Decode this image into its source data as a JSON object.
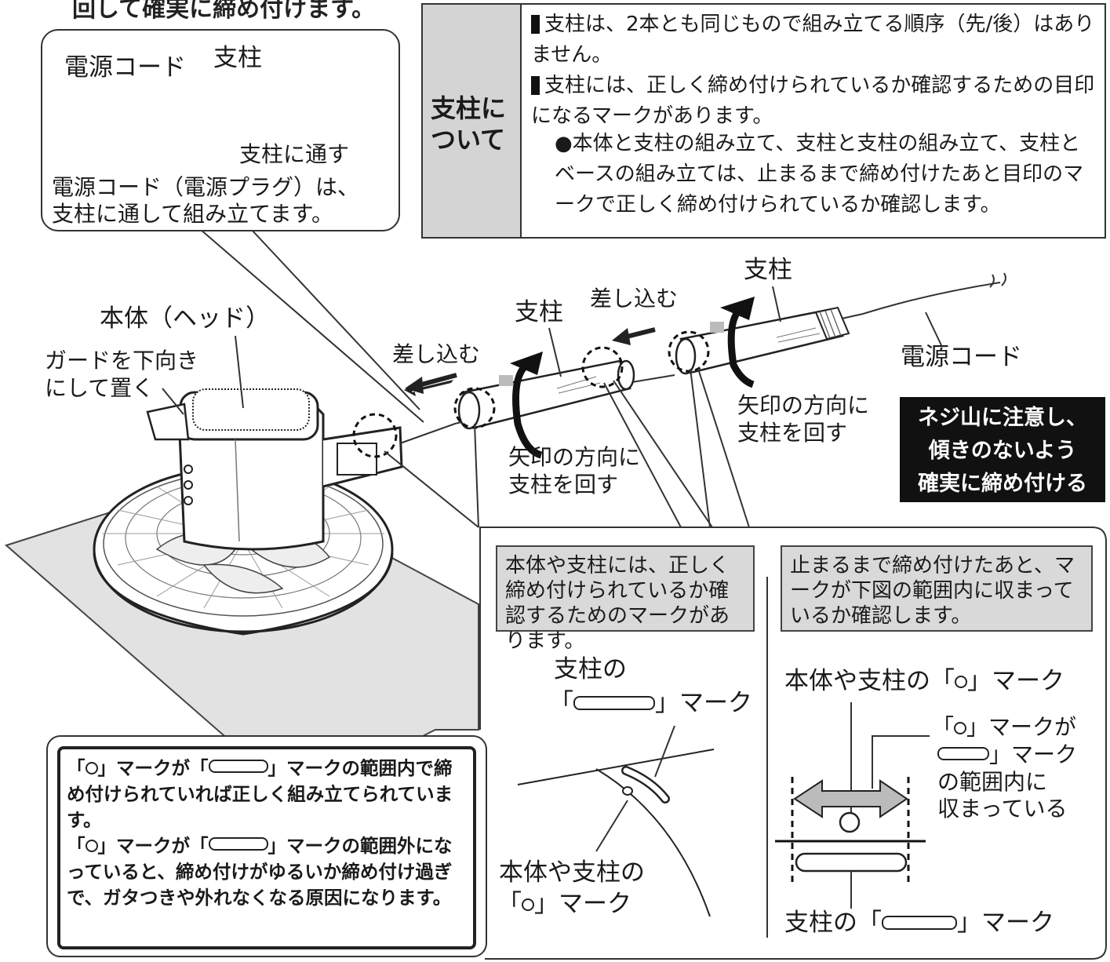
{
  "header_fragment": "回して確実に締め付けます。",
  "about": {
    "title": "支柱について",
    "bullet1": "支柱は、2本とも同じもので組み立てる順序（先/後）はありません。",
    "bullet2": "支柱には、正しく締め付けられているか確認するための目印になるマークがあります。",
    "sub_bullet": "●本体と支柱の組み立て、支柱と支柱の組み立て、支柱とベースの組み立ては、止まるまで締め付けたあと目印のマークで正しく締め付けられているか確認します。"
  },
  "cord_callout": {
    "label_cord": "電源コード",
    "label_pole": "支柱",
    "label_pass": "支柱に通す",
    "caption_line1": "電源コード（電源プラグ）は、",
    "caption_line2": "支柱に通して組み立てます。"
  },
  "main_labels": {
    "head": "本体（ヘッド）",
    "guard_line1": "ガードを下向き",
    "guard_line2": "にして置く",
    "insert_left": "差し込む",
    "insert_right": "差し込む",
    "pole_middle": "支柱",
    "pole_right": "支柱",
    "power_cord": "電源コード",
    "rotate_left_line1": "矢印の方向に",
    "rotate_left_line2": "支柱を回す",
    "rotate_right_line1": "矢印の方向に",
    "rotate_right_line2": "支柱を回す"
  },
  "warning": {
    "line1": "ネジ山に注意し、",
    "line2": "傾きのないよう",
    "line3": "確実に締め付ける"
  },
  "mark_note": {
    "text": "本体や支柱には、正しく締め付けられているか確認するためのマークがあります。",
    "pole_mark_line1": "支柱の",
    "pole_mark_line2": "」マーク",
    "body_mark_line1": "本体や支柱の",
    "body_mark_line2": "」マーク"
  },
  "check_note": {
    "text": "止まるまで締め付けたあと、マークが下図の範囲内に収まっているか確認します。",
    "top_label": "本体や支柱の「",
    "top_label_end": "」マーク",
    "range_line1": "「",
    "range_line1_end": "」マークが",
    "range_line2_end": "」マーク",
    "range_line3": "の範囲内に",
    "range_line4": "収まっている",
    "bottom_label": "支柱の「",
    "bottom_label_end": "」マーク"
  },
  "explain": {
    "p1_a": "「",
    "p1_b": "」マークが「",
    "p1_c": "」マークの範囲内で締め付けられていれば正しく組み立てられています。",
    "p2_a": "「",
    "p2_b": "」マークが「",
    "p2_c": "」マークの範囲外になっていると、締め付けがゆるいか締め付け過ぎで、ガタつきや外れなくなる原因になります。"
  }
}
